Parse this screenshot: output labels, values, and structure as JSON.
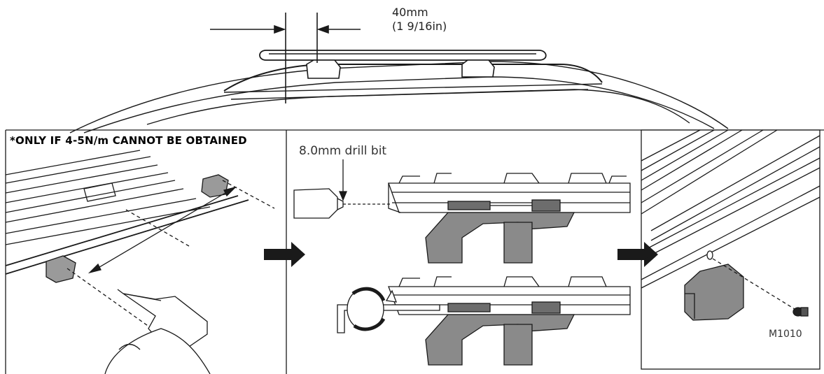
{
  "dimension": {
    "metric": "40mm",
    "imperial": "(1 9/16in)"
  },
  "panels": {
    "left": {
      "warning": "*ONLY IF 4-5N/m CANNOT BE OBTAINED"
    },
    "middle": {
      "drill_label": "8.0mm drill bit"
    },
    "right": {
      "part_code": "M1010"
    }
  },
  "icons": [
    "arrow-right-icon",
    "arrow-down-icon",
    "rotate-arrow-icon",
    "drill-icon",
    "hex-key-icon",
    "end-cap-icon"
  ],
  "colors": {
    "line": "#1a1a1a",
    "foot_fill": "#7a7a7a",
    "foot_dark": "#555555",
    "arrow": "#1a1a1a"
  }
}
